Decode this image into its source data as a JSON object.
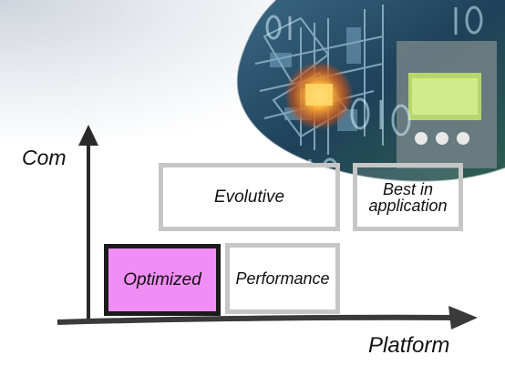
{
  "axes": {
    "y_label": "Com",
    "x_label": "Platform"
  },
  "boxes": {
    "optimized": "Optimized",
    "performance": "Performance",
    "evolutive": "Evolutive",
    "best_in_application": "Best in application"
  },
  "colors": {
    "optimized_fill": "#f18ef5",
    "optimized_border": "#1b1b1b",
    "grey_border": "#c6c6c6",
    "axis": "#2a2a2a"
  }
}
